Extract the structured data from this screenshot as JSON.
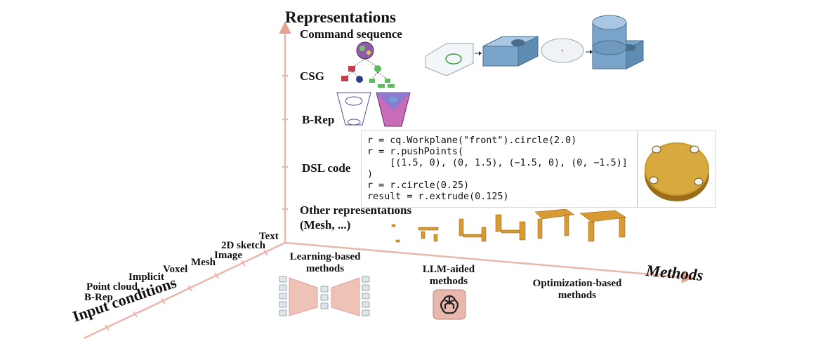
{
  "representations": {
    "title": "Representations",
    "items": [
      "Command sequence",
      "CSG",
      "B-Rep",
      "DSL code",
      "Other representations",
      "(Mesh, ...)"
    ]
  },
  "dsl_code": {
    "lines": [
      "r = cq.Workplane(\"front\").circle(2.0)",
      "r = r.pushPoints(",
      "    [(1.5, 0), (0, 1.5), (−1.5, 0), (0, −1.5)]",
      ")",
      "r = r.circle(0.25)",
      "result = r.extrude(0.125)"
    ]
  },
  "input_conditions": {
    "title": "Input conditions",
    "items": [
      "Text",
      "2D sketch",
      "Image",
      "Mesh",
      "Voxel",
      "Implicit",
      "Point cloud",
      "B-Rep"
    ]
  },
  "methods": {
    "title": "Methods",
    "learning_line1": "Learning-based",
    "learning_line2": "methods",
    "llm_line1": "LLM-aided",
    "llm_line2": "methods",
    "opt_line1": "Optimization-based",
    "opt_line2": "methods"
  },
  "colors": {
    "axis": "#e8b4a8",
    "steel_blue": "#8fb4d6",
    "gold": "#d7a23a",
    "salmon": "#efc2b8",
    "magenta": "#c86bb8"
  },
  "icons": [
    "openai-logo-icon",
    "autoencoder-icon"
  ]
}
